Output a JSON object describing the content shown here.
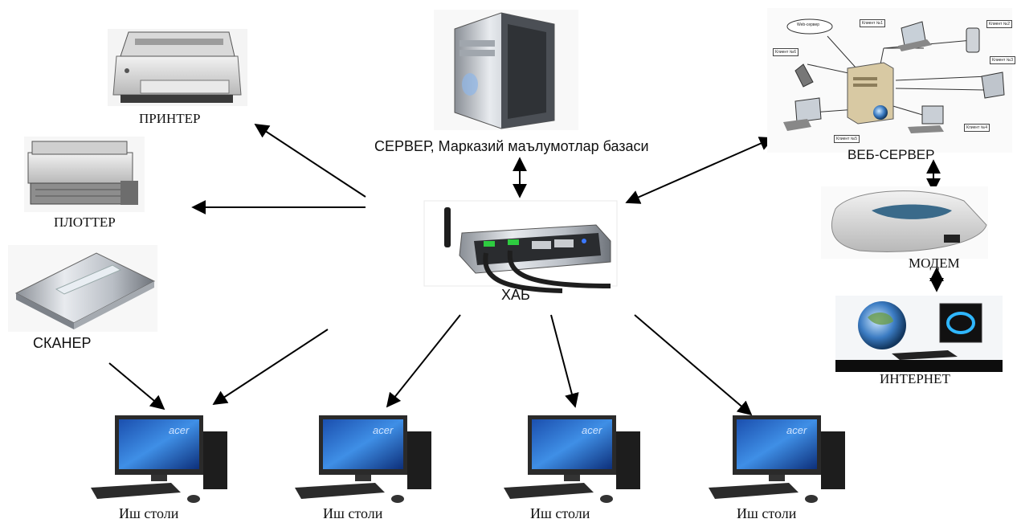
{
  "nodes": {
    "printer": {
      "label": "ПРИНТЕР"
    },
    "plotter": {
      "label": "ПЛОТТЕР"
    },
    "scanner": {
      "label": "СКАНЕР"
    },
    "server": {
      "label": "СЕРВЕР, Марказий маълумотлар базаси"
    },
    "hub": {
      "label": "ХАБ"
    },
    "webserver": {
      "label": "ВЕБ-СЕРВЕР",
      "inset_labels": {
        "web": "Web-сервер",
        "c1": "Клиент №1",
        "c2": "Клиент №2",
        "c3": "Клиент №3",
        "c4": "Клиент №4",
        "c5": "Клиент №5",
        "c6": "Клиент №6"
      }
    },
    "modem": {
      "label": "МОДЕМ"
    },
    "internet": {
      "label": "ИНТЕРНЕТ"
    },
    "workstations": [
      {
        "label": "Иш столи",
        "brand": "acer"
      },
      {
        "label": "Иш столи",
        "brand": "acer"
      },
      {
        "label": "Иш столи",
        "brand": "acer"
      },
      {
        "label": "Иш столи",
        "brand": "acer"
      }
    ]
  },
  "connections": [
    {
      "from": "hub",
      "to": "printer",
      "type": "one-way"
    },
    {
      "from": "hub",
      "to": "plotter",
      "type": "one-way"
    },
    {
      "from": "hub",
      "to": "server",
      "type": "two-way"
    },
    {
      "from": "hub",
      "to": "webserver",
      "type": "two-way"
    },
    {
      "from": "webserver",
      "to": "modem",
      "type": "two-way"
    },
    {
      "from": "modem",
      "to": "internet",
      "type": "two-way"
    },
    {
      "from": "scanner",
      "to": "workstation-1",
      "type": "one-way"
    },
    {
      "from": "hub",
      "to": "workstation-1",
      "type": "one-way"
    },
    {
      "from": "hub",
      "to": "workstation-2",
      "type": "one-way"
    },
    {
      "from": "hub",
      "to": "workstation-3",
      "type": "one-way"
    },
    {
      "from": "hub",
      "to": "workstation-4",
      "type": "one-way"
    }
  ]
}
